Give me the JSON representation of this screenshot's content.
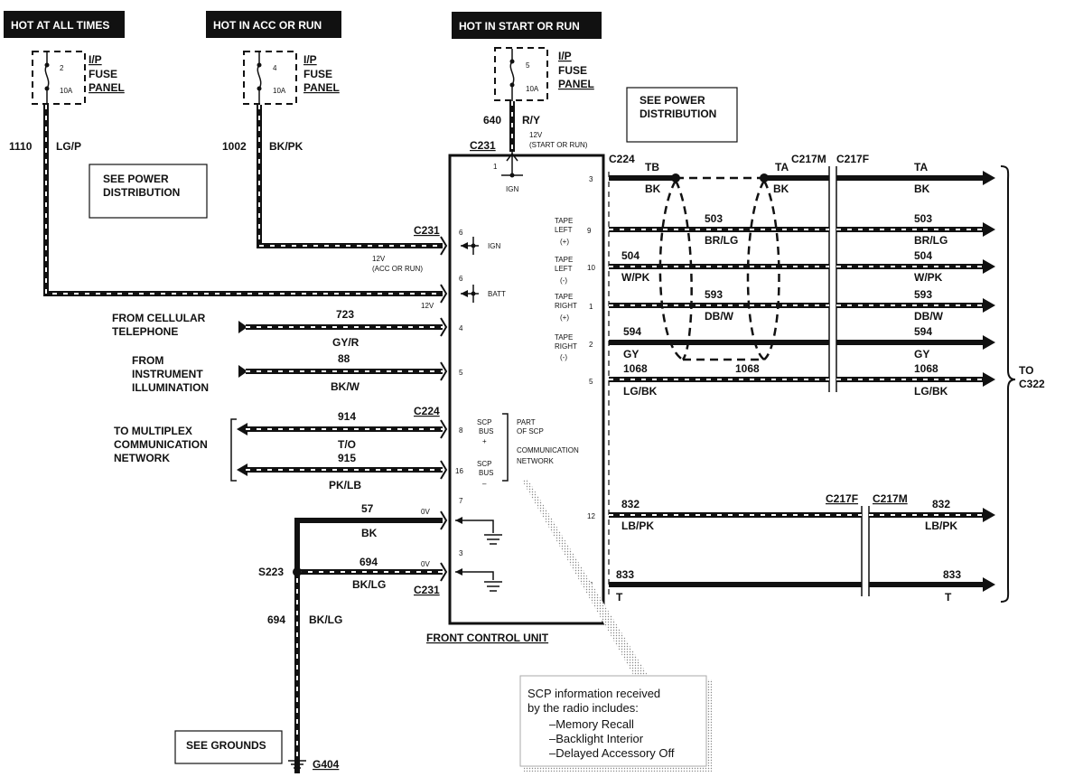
{
  "headers": {
    "hot_always": "HOT AT ALL TIMES",
    "hot_acc": "HOT IN ACC OR RUN",
    "hot_start": "HOT IN START OR RUN"
  },
  "fuses": {
    "f2": {
      "num": "2",
      "amp": "10A"
    },
    "f4": {
      "num": "4",
      "amp": "10A"
    },
    "f5": {
      "num": "5",
      "amp": "10A"
    },
    "label_ip": "I/P",
    "label_fuse": "FUSE",
    "label_panel": "PANEL"
  },
  "notes": {
    "see_power_1": "SEE POWER",
    "see_power_2": "DISTRIBUTION",
    "see_grounds": "SEE GROUNDS",
    "to_c322_1": "TO",
    "to_c322_2": "C322",
    "from_cell_1": "FROM CELLULAR",
    "from_cell_2": "TELEPHONE",
    "from_inst_1": "FROM",
    "from_inst_2": "INSTRUMENT",
    "from_inst_3": "ILLUMINATION",
    "to_mux_1": "TO MULTIPLEX",
    "to_mux_2": "COMMUNICATION",
    "to_mux_3": "NETWORK",
    "part_scp_1": "PART",
    "part_scp_2": "OF SCP",
    "part_scp_3": "COMMUNICATION",
    "part_scp_4": "NETWORK",
    "v12_start": "12V",
    "v12_start_2": "(START OR RUN)",
    "v12_acc": "12V",
    "v12_acc_2": "(ACC OR RUN)",
    "v12": "12V",
    "v0a": "0V",
    "v0b": "0V"
  },
  "unit": {
    "title": "FRONT CONTROL UNIT",
    "ign_top": "IGN",
    "ign": "IGN",
    "batt": "BATT",
    "scp_plus_1": "SCP",
    "scp_plus_2": "BUS",
    "scp_plus_3": "+",
    "scp_minus_1": "SCP",
    "scp_minus_2": "BUS",
    "scp_minus_3": "–",
    "tape_left_p_1": "TAPE",
    "tape_left_p_2": "LEFT",
    "tape_left_p_3": "(+)",
    "tape_left_m_1": "TAPE",
    "tape_left_m_2": "LEFT",
    "tape_left_m_3": "(-)",
    "tape_right_p_1": "TAPE",
    "tape_right_p_2": "RIGHT",
    "tape_right_p_3": "(+)",
    "tape_right_m_1": "TAPE",
    "tape_right_m_2": "RIGHT",
    "tape_right_m_3": "(-)"
  },
  "pins": {
    "left": {
      "p1": "1",
      "p6a": "6",
      "p6b": "6",
      "p4": "4",
      "p5": "5",
      "p8": "8",
      "p16": "16",
      "p7": "7",
      "p3": "3"
    },
    "right": {
      "p3": "3",
      "p9": "9",
      "p10": "10",
      "p1": "1",
      "p2": "2",
      "p5": "5",
      "p12": "12",
      "p4": "4"
    }
  },
  "connectors": {
    "c231_top": "C231",
    "c231_ign": "C231",
    "c231_bot": "C231",
    "c224_left": "C224",
    "c224_right": "C224",
    "c217m_top": "C217M",
    "c217f_top": "C217F",
    "c217f_bot": "C217F",
    "c217m_bot": "C217M",
    "s223": "S223",
    "g404": "G404",
    "tb": "TB",
    "ta1": "TA",
    "ta2": "TA"
  },
  "wires": {
    "w1110": {
      "num": "1110",
      "color": "LG/P"
    },
    "w1002": {
      "num": "1002",
      "color": "BK/PK"
    },
    "w640": {
      "num": "640",
      "color": "R/Y"
    },
    "w723": {
      "num": "723",
      "color": "GY/R"
    },
    "w88": {
      "num": "88",
      "color": "BK/W"
    },
    "w914": {
      "num": "914",
      "color": "T/O"
    },
    "w915": {
      "num": "915",
      "color": "PK/LB"
    },
    "w57": {
      "num": "57",
      "color": "BK"
    },
    "w694a": {
      "num": "694",
      "color": "BK/LG"
    },
    "w694b": {
      "num": "694",
      "color": "BK/LG"
    },
    "bk_left": {
      "color": "BK"
    },
    "bk_mid": {
      "color": "BK"
    },
    "bk_right": {
      "color": "BK"
    },
    "w503l": {
      "num": "503",
      "color": "BR/LG"
    },
    "w503r": {
      "num": "503",
      "color": "BR/LG"
    },
    "w504l": {
      "num": "504",
      "color": "W/PK"
    },
    "w504r": {
      "num": "504",
      "color": "W/PK"
    },
    "w593l": {
      "num": "593",
      "color": "DB/W"
    },
    "w593r": {
      "num": "593",
      "color": "DB/W"
    },
    "w594l": {
      "num": "594",
      "color": "GY"
    },
    "w594r": {
      "num": "594",
      "color": "GY"
    },
    "w1068l": {
      "num": "1068",
      "color": "LG/BK"
    },
    "w1068m": {
      "num": "1068"
    },
    "w1068r": {
      "num": "1068",
      "color": "LG/BK"
    },
    "w832l": {
      "num": "832",
      "color": "LB/PK"
    },
    "w832r": {
      "num": "832",
      "color": "LB/PK"
    },
    "w833l": {
      "num": "833",
      "color": "T"
    },
    "w833r": {
      "num": "833",
      "color": "T"
    }
  },
  "scp_info": {
    "line1": "SCP information received",
    "line2": "by the radio includes:",
    "item1": "–Memory Recall",
    "item2": "–Backlight Interior",
    "item3": "–Delayed Accessory Off"
  }
}
